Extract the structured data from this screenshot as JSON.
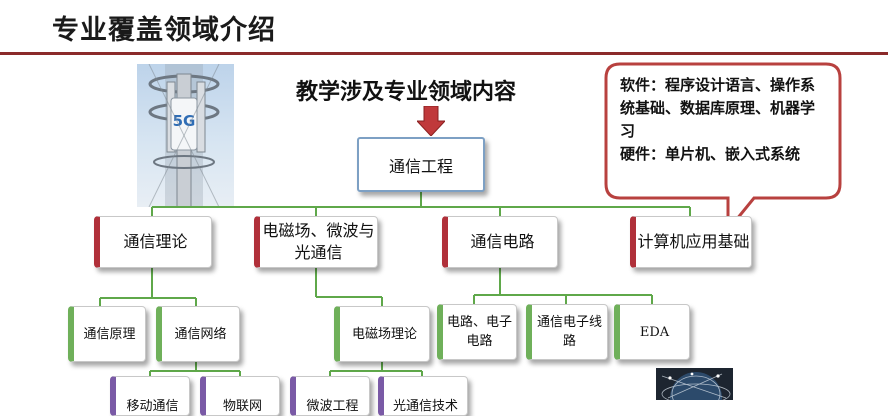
{
  "page": {
    "title": "专业覆盖领域介绍",
    "heading": "教学涉及专业领域内容",
    "photo_text": "5G"
  },
  "callout": {
    "software_label": "软件：",
    "software_text": "程序设计语言、操作系统基础、数据库原理、机器学习",
    "hardware_label": "硬件：",
    "hardware_text": "单片机、嵌入式系统"
  },
  "tree": {
    "root": "通信工程",
    "level1": [
      "通信理论",
      "电磁场、微波与光通信",
      "通信电路",
      "计算机应用基础"
    ],
    "level2": [
      "通信原理",
      "通信网络",
      "电磁场理论",
      "电路、电子电路",
      "通信电子线路",
      "EDA"
    ],
    "level3": [
      "移动通信",
      "物联网",
      "微波工程",
      "光通信技术"
    ]
  },
  "colors": {
    "title_rule": "#8b2a2a",
    "level1_accent": "#b0303a",
    "level2_accent": "#6fb05a",
    "level3_accent": "#7a5aa6",
    "root_border": "#7da0c4",
    "connector": "#5fa84a",
    "arrow": "#c0393b"
  }
}
